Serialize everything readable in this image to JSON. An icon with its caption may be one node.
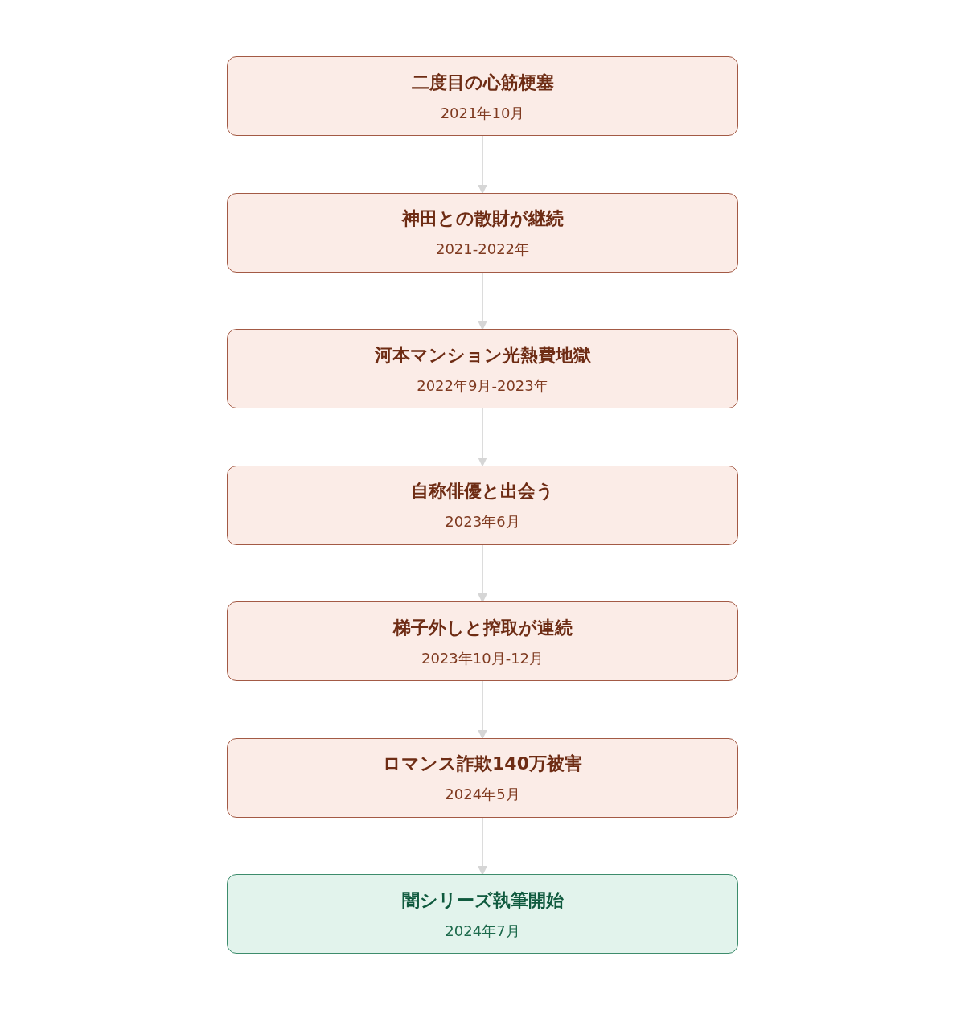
{
  "diagram": {
    "nodes": [
      {
        "text": [
          "二度目の心筋梗塞",
          "2021年10月"
        ]
      },
      {
        "text": [
          "神田との散財が継続",
          "2021-2022年"
        ]
      },
      {
        "text": [
          "河本マンション光熱費地獄",
          "2022年9月-2023年"
        ]
      },
      {
        "text": [
          "自称俳優と出会う",
          "2023年6月"
        ]
      },
      {
        "text": [
          "梯子外しと搾取が連続",
          "2023年10月-12月"
        ]
      },
      {
        "text": [
          "ロマンス詐欺140万被害",
          "2024年5月"
        ]
      },
      {
        "text": [
          "闇シリーズ執筆開始",
          "2024年7月"
        ]
      }
    ],
    "edges": [
      {
        "from": 0,
        "to": 1,
        "arrow": "to"
      },
      {
        "from": 1,
        "to": 2,
        "arrow": "to"
      },
      {
        "from": 2,
        "to": 3,
        "arrow": "to"
      },
      {
        "from": 3,
        "to": 4,
        "arrow": "to"
      },
      {
        "from": 4,
        "to": 5,
        "arrow": "to"
      },
      {
        "from": 5,
        "to": 6,
        "arrow": "to"
      }
    ]
  }
}
